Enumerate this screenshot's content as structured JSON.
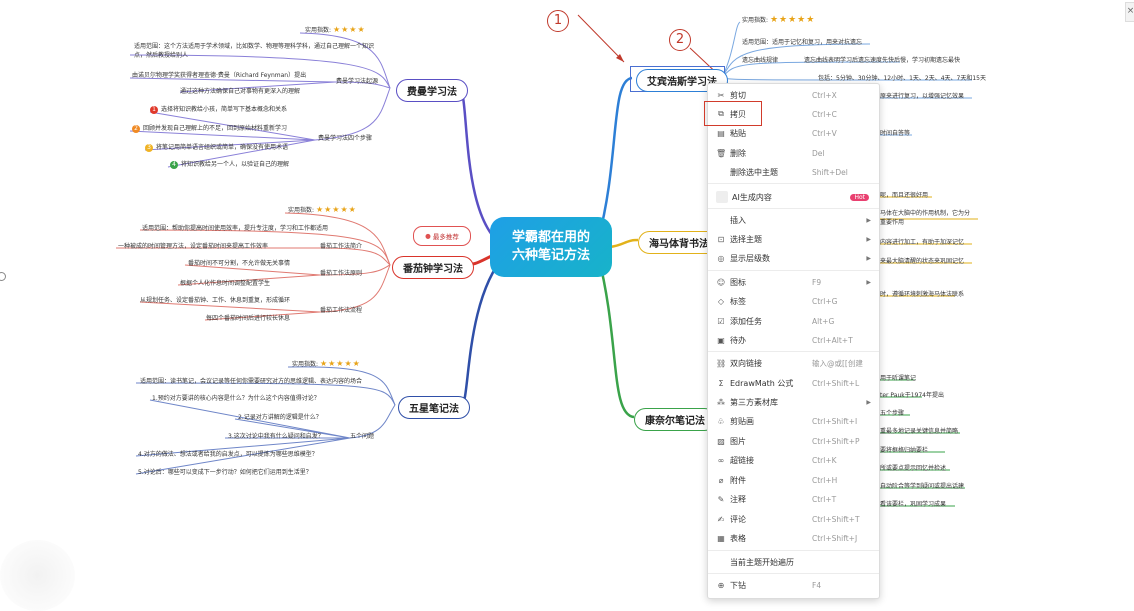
{
  "center": {
    "line1": "学霸都在用的",
    "line2": "六种笔记方法"
  },
  "branches": {
    "feynman": {
      "label": "费曼学习法",
      "color": "#5a4fc4",
      "rating_label": "实用指数:",
      "stars": "★★★★",
      "scope": "适用范围：这个方法适用于学术领域，比如数学、物理等理科学科，通过自己理解一个知识点，然后教授给别人",
      "origin_key": "费曼学习法起源",
      "origin1": "由诺贝尔物理学奖获得者理查德·费曼（Richard Feynman）提出",
      "origin2": "通过这种方法确保自己对事物有更深入的理解",
      "steps_key": "费曼学习法四个步骤",
      "steps": [
        "选择将知识教给小孩，简单写下基本概念和关系",
        "回顾并发现自己理解上的不足，回到原始材料重新学习",
        "将笔记用简单语言组织或简单，确保没有使用术语",
        "将知识教给另一个人，以验证自己的理解"
      ]
    },
    "pomodoro": {
      "label": "番茄钟学习法",
      "color": "#d9342b",
      "badge": "最多推荐",
      "rating_label": "实用指数:",
      "stars": "★★★★★",
      "scope": "适用范围：帮助你提高时间使用效率，提升专注度，学习和工作都适用",
      "intro_key": "番茄工作法简介",
      "intro": "一种被成的时间管理方法，设定番茄时间来提高工作效率",
      "rule_key": "番茄工作法原则",
      "rules": [
        "番茄时间不可分割，不允许做无关事情",
        "根据个人化作息时间调整配置学生"
      ],
      "flow_key": "番茄工作法流程",
      "flows": [
        "从规划任务、设定番茄钟、工作、休息到重复，形成循环",
        "每四个番茄时间后进行较长休息"
      ]
    },
    "fivestar": {
      "label": "五星笔记法",
      "color": "#2f4fa8",
      "rating_label": "实用指数:",
      "stars": "★★★★★",
      "scope": "适用范围：读书笔记，会议记录等任何你需要研究对方的思维逻辑、表达内容的场合",
      "q_key": "五个问题",
      "questions": [
        "1.预约对方要讲的核心内容是什么？为什么这个内容值得讨论？",
        "2.记录对方讲解的逻辑是什么？",
        "3.这次讨论中我有什么疑问和启发？",
        "4.对方的做法、想法或者给我的启发点，可以提炼为哪些思维模型？",
        "5.讨论后：哪些可以变成下一步行动？如何把它们运用到生活里？"
      ]
    },
    "ebbinghaus": {
      "label": "艾宾浩斯学习法",
      "color": "#2d7fd6",
      "rating_label": "实用指数:",
      "stars": "★★★★★",
      "scope": "适用范围：适用于记忆和复习，用来对抗遗忘",
      "curve_key": "遗忘曲线规律",
      "curve": "遗忘曲线表明学习后遗忘速度先快后慢，学习初期遗忘最快",
      "schedule": "包括：5分钟、30分钟、12小时、1天、2天、4天、7天和15天",
      "review": "原来进行复习，以增强记忆效果",
      "extra": "时间自答等"
    },
    "haima": {
      "label": "海马体背书法",
      "color": "#e2b21a",
      "lines": [
        "呢，而且还很好用",
        "马体在大脑中的作用机制，它为分",
        "重要作用",
        "内容进行加工，有助于加深记忆",
        "来最大脑清醒的状态来巩固记忆",
        "时，遵循环境刺激海马体法联系"
      ]
    },
    "cornell": {
      "label": "康奈尔笔记法",
      "color": "#3aa34a",
      "lines": [
        "用于听课笔记",
        "ter Pauk于1974年提出",
        "五个步骤",
        "重最多地记录关键信息并简略",
        "要将框格归纳要栏",
        "所或要点提示回忆并检述",
        "自动阶合等学到疑问或提出话建",
        "看该要栏，巩固学习成果"
      ]
    }
  },
  "annotations": {
    "one": "1",
    "two": "2"
  },
  "context_menu": {
    "items": [
      {
        "icon": "✂",
        "label": "剪切",
        "shortcut": "Ctrl+X"
      },
      {
        "icon": "⧉",
        "label": "拷贝",
        "shortcut": "Ctrl+C"
      },
      {
        "icon": "▤",
        "label": "粘贴",
        "shortcut": "Ctrl+V"
      },
      {
        "icon": "🗑",
        "label": "删除",
        "shortcut": "Del"
      },
      {
        "icon": "",
        "label": "删除选中主题",
        "shortcut": "Shift+Del"
      },
      {
        "icon": "",
        "label": "AI生成内容",
        "shortcut": "",
        "hot": "Hot"
      },
      {
        "icon": "",
        "label": "插入",
        "shortcut": "",
        "arrow": "▶"
      },
      {
        "icon": "⊡",
        "label": "选择主题",
        "shortcut": "",
        "arrow": "▶"
      },
      {
        "icon": "◎",
        "label": "显示层级数",
        "shortcut": "",
        "arrow": "▶"
      },
      {
        "icon": "☺",
        "label": "图标",
        "shortcut": "F9",
        "arrow": "▶"
      },
      {
        "icon": "◇",
        "label": "标签",
        "shortcut": "Ctrl+G"
      },
      {
        "icon": "☑",
        "label": "添加任务",
        "shortcut": "Alt+G"
      },
      {
        "icon": "▣",
        "label": "待办",
        "shortcut": "Ctrl+Alt+T"
      },
      {
        "icon": "⛓",
        "label": "双向链接",
        "shortcut": "输入@或[[创建"
      },
      {
        "icon": "Σ",
        "label": "EdrawMath 公式",
        "shortcut": "Ctrl+Shift+L"
      },
      {
        "icon": "⁂",
        "label": "第三方素材库",
        "shortcut": "",
        "arrow": "▶"
      },
      {
        "icon": "♧",
        "label": "剪贴画",
        "shortcut": "Ctrl+Shift+I"
      },
      {
        "icon": "▨",
        "label": "图片",
        "shortcut": "Ctrl+Shift+P"
      },
      {
        "icon": "∞",
        "label": "超链接",
        "shortcut": "Ctrl+K"
      },
      {
        "icon": "⌀",
        "label": "附件",
        "shortcut": "Ctrl+H"
      },
      {
        "icon": "✎",
        "label": "注释",
        "shortcut": "Ctrl+T"
      },
      {
        "icon": "✍",
        "label": "评论",
        "shortcut": "Ctrl+Shift+T"
      },
      {
        "icon": "▦",
        "label": "表格",
        "shortcut": "Ctrl+Shift+J"
      },
      {
        "icon": "",
        "label": "当前主题开始遍历",
        "shortcut": ""
      },
      {
        "icon": "⊕",
        "label": "下钻",
        "shortcut": "F4"
      }
    ]
  },
  "close_glyph": "×"
}
